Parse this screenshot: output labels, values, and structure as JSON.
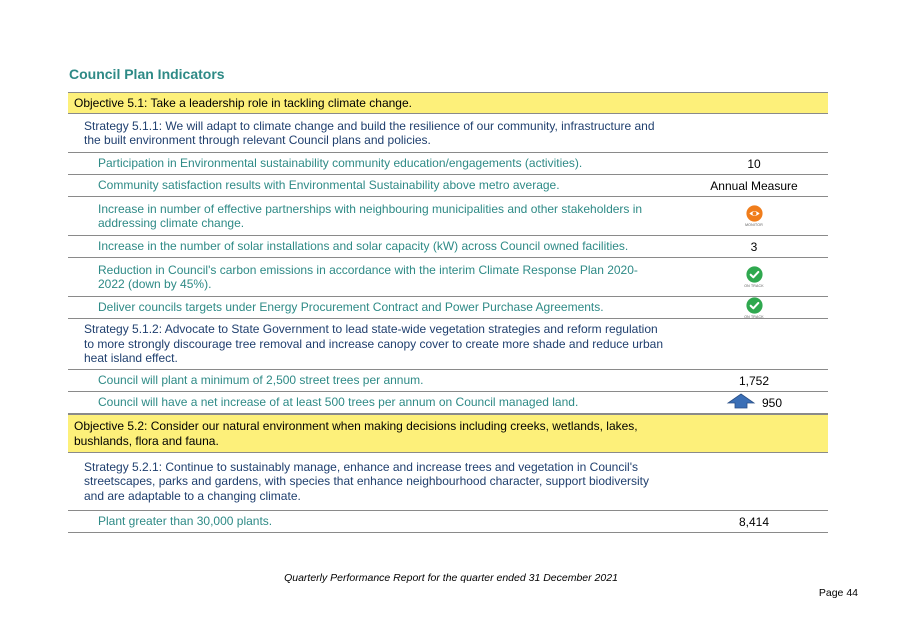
{
  "heading": "Council Plan Indicators",
  "rows": [
    {
      "type": "objective",
      "text": "Objective 5.1: Take a leadership role in tackling climate change.",
      "value": ""
    },
    {
      "type": "strategy",
      "text": "Strategy 5.1.1: We will adapt to climate change and build the resilience of our community, infrastructure and the built environment through relevant Council plans and policies.",
      "value": ""
    },
    {
      "type": "indicator",
      "text": "Participation in Environmental sustainability community education/engagements (activities).",
      "value": "10"
    },
    {
      "type": "indicator",
      "text": "Community satisfaction results with Environmental Sustainability above metro average.",
      "value": "Annual Measure"
    },
    {
      "type": "indicator",
      "text": "Increase in number of effective partnerships with neighbouring municipalities and other stakeholders in addressing climate change.",
      "status": "monitor",
      "status_label": "MONITOR"
    },
    {
      "type": "indicator",
      "text": "Increase in the number of solar installations and solar capacity (kW) across Council owned facilities.",
      "value": "3"
    },
    {
      "type": "indicator",
      "text": "Reduction in Council's carbon emissions in accordance with the interim Climate Response Plan 2020-2022 (down by 45%).",
      "status": "on-track",
      "status_label": "ON TRACK"
    },
    {
      "type": "indicator",
      "text": "Deliver councils targets under Energy Procurement Contract and Power Purchase Agreements.",
      "status": "on-track",
      "status_label": "ON TRACK"
    },
    {
      "type": "strategy",
      "text": "Strategy 5.1.2: Advocate to State Government to lead state-wide vegetation strategies and reform regulation to more strongly discourage tree removal and increase canopy cover to create more shade and reduce urban heat island effect.",
      "value": ""
    },
    {
      "type": "indicator",
      "text": "Council will plant a minimum of 2,500 street trees per annum.",
      "value": "1,752"
    },
    {
      "type": "indicator",
      "text": "Council will have a net increase of at least 500 trees per annum on Council managed land.",
      "value": "950",
      "trend": "up"
    },
    {
      "type": "objective",
      "text": "Objective 5.2: Consider our natural environment when making decisions including creeks, wetlands, lakes, bushlands, flora and fauna.",
      "value": ""
    },
    {
      "type": "strategy",
      "text": "Strategy 5.2.1:  Continue to sustainably manage, enhance and increase trees and vegetation in Council's streetscapes, parks and gardens, with species that enhance neighbourhood character, support biodiversity and are adaptable to a changing climate.",
      "value": ""
    },
    {
      "type": "indicator",
      "text": "Plant greater than 30,000 plants.",
      "value": "8,414"
    }
  ],
  "footer": "Quarterly Performance Report for the quarter ended 31 December 2021",
  "page_number": "Page 44",
  "colors": {
    "heading": "#2e8a86",
    "objective_bg": "#fdf07a",
    "strategy_text": "#1f3f6e",
    "indicator_text": "#2e8a86",
    "on_track": "#2fa84f",
    "monitor": "#f07d1b",
    "arrow": "#3b6fb6"
  }
}
